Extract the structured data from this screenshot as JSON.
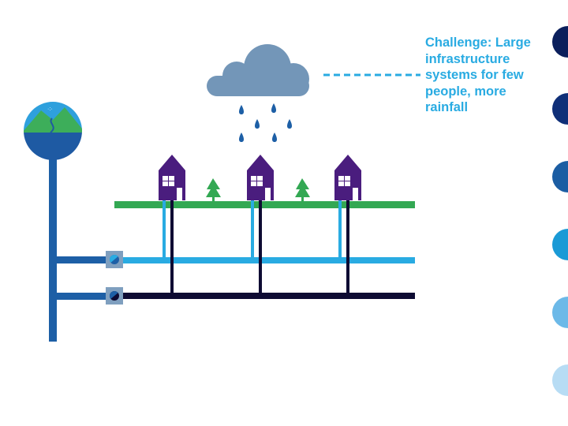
{
  "callout": {
    "lines": [
      "Challenge: Large",
      "infrastructure",
      "systems for few",
      "people, more",
      "rainfall"
    ]
  },
  "colors": {
    "callout_text": "#29abe2",
    "cloud": "#7396b8",
    "rain": "#1d5fa6",
    "ground": "#33a853",
    "house": "#4a1d7e",
    "tree": "#33a853",
    "stormwater_pipe": "#29abe2",
    "sewer_pipe": "#0e0b33",
    "supply_pipe": "#1d5fa6",
    "valve": "#7f9fbf",
    "source_water": "#1e5aa3",
    "source_sky": "#2ea0dd",
    "source_mountain": "#3dae5a"
  },
  "progress_dots": [
    "#0b1f5c",
    "#0f2f78",
    "#1b5da3",
    "#1a9ad6",
    "#6cb9e8",
    "#b7dcf4"
  ],
  "icons": [
    "cloud-icon",
    "raindrop-icon",
    "house-icon",
    "tree-icon",
    "valve-icon",
    "water-source-icon"
  ]
}
